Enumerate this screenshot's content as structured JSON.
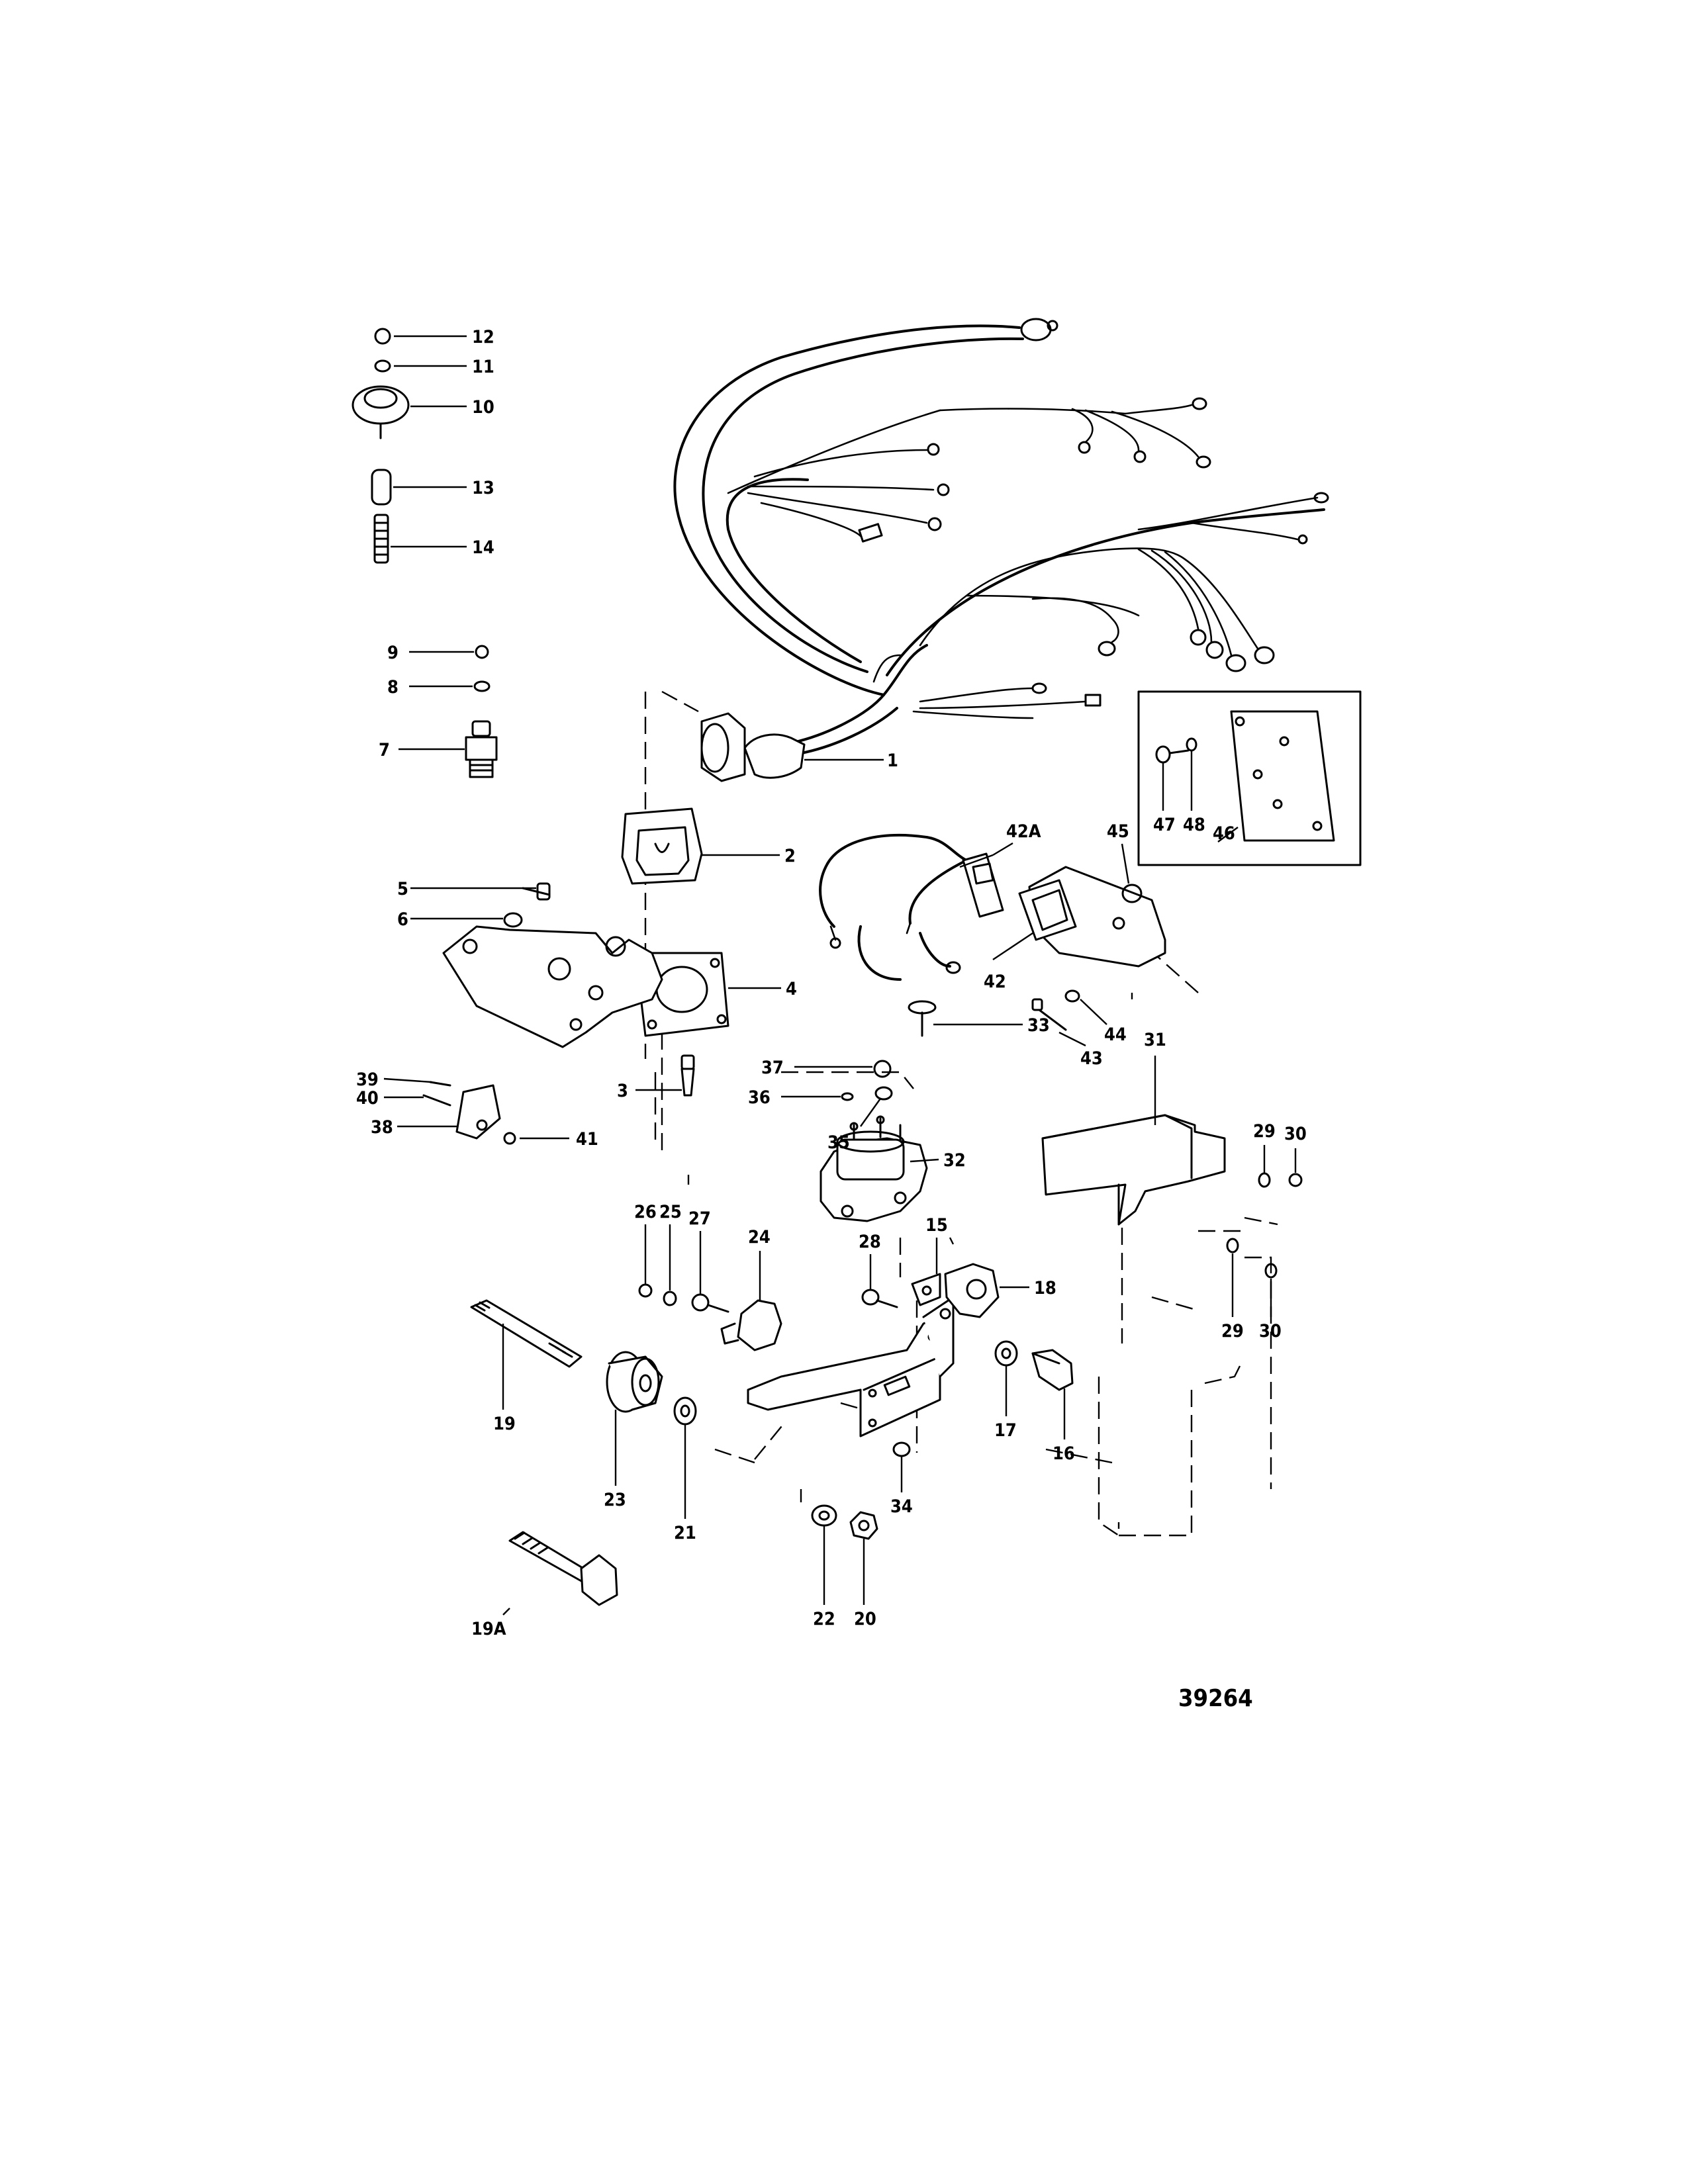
{
  "figure_number": "39264",
  "callouts": {
    "c1": "1",
    "c2": "2",
    "c3": "3",
    "c4": "4",
    "c5": "5",
    "c6": "6",
    "c7": "7",
    "c8": "8",
    "c9": "9",
    "c10": "10",
    "c11": "11",
    "c12": "12",
    "c13": "13",
    "c14": "14",
    "c15": "15",
    "c16": "16",
    "c17": "17",
    "c18": "18",
    "c19": "19",
    "c19a": "19A",
    "c20": "20",
    "c21": "21",
    "c22": "22",
    "c23": "23",
    "c24": "24",
    "c25": "25",
    "c26": "26",
    "c27": "27",
    "c28": "28",
    "c29": "29",
    "c30": "30",
    "c31": "31",
    "c32": "32",
    "c33": "33",
    "c34": "34",
    "c35": "35",
    "c36": "36",
    "c37": "37",
    "c38": "38",
    "c39": "39",
    "c40": "40",
    "c41": "41",
    "c42": "42",
    "c42a": "42A",
    "c43": "43",
    "c44": "44",
    "c45": "45",
    "c46": "46",
    "c47": "47",
    "c48": "48"
  }
}
